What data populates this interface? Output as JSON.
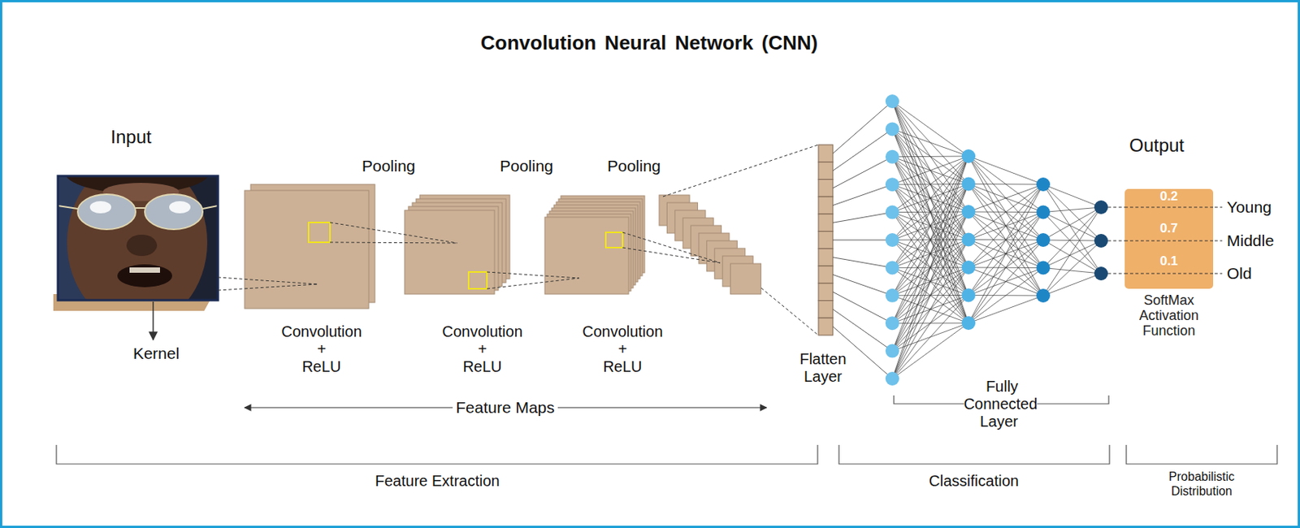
{
  "diagram": {
    "title": "Convolution Neural Network (CNN)",
    "nodes": [
      {
        "text": [
          "0.2",
          "0.7",
          "0.1",
          "SoftMax Activation Function"
        ]
      }
    ],
    "labels": [
      "Input",
      "Kernel",
      "Pooling",
      "Pooling",
      "Pooling",
      "Convolution + ReLU",
      "Convolution + ReLU",
      "Convolution + ReLU",
      "Feature Maps",
      "Flatten Layer",
      "Fully Connected Layer",
      "Output",
      "Young",
      "Middle",
      "Old",
      "Feature Extraction",
      "Classification",
      "Probabilistic Distribution"
    ]
  }
}
